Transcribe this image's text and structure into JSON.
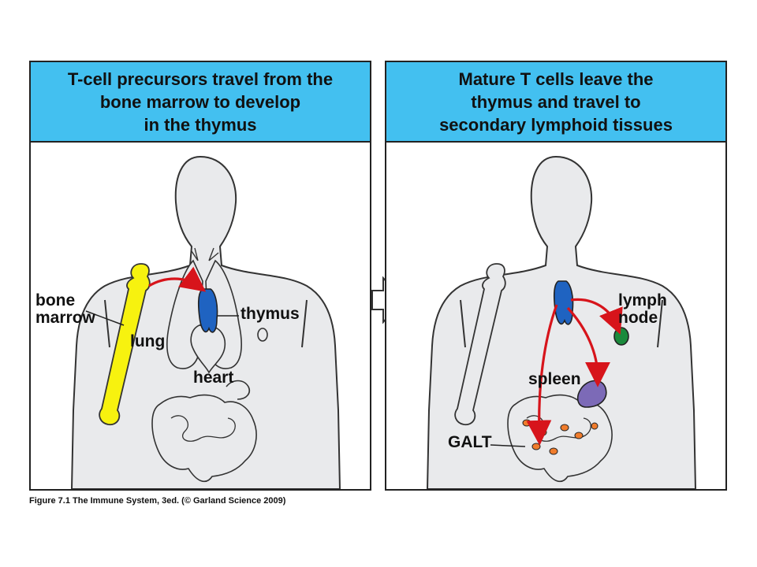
{
  "left_panel": {
    "title": "T-cell precursors travel from the\nbone marrow to develop\nin the thymus",
    "labels": {
      "bone_marrow": "bone\nmarrow",
      "lung": "lung",
      "thymus": "thymus",
      "heart": "heart"
    }
  },
  "right_panel": {
    "title": "Mature T cells leave the\nthymus and travel to\nsecondary lymphoid tissues",
    "labels": {
      "lymph_node": "lymph\nnode",
      "spleen": "spleen",
      "galt": "GALT"
    }
  },
  "caption": "Figure 7.1 The Immune System, 3ed. (© Garland Science 2009)",
  "colors": {
    "header": "#43c0f0",
    "body": "#e9eaec",
    "bone": "#f7f20f",
    "thymus": "#1f63c1",
    "lymph_node": "#1b8a3c",
    "spleen": "#7c6ab7",
    "galt": "#f07c2c",
    "arrow": "#d7141b"
  }
}
